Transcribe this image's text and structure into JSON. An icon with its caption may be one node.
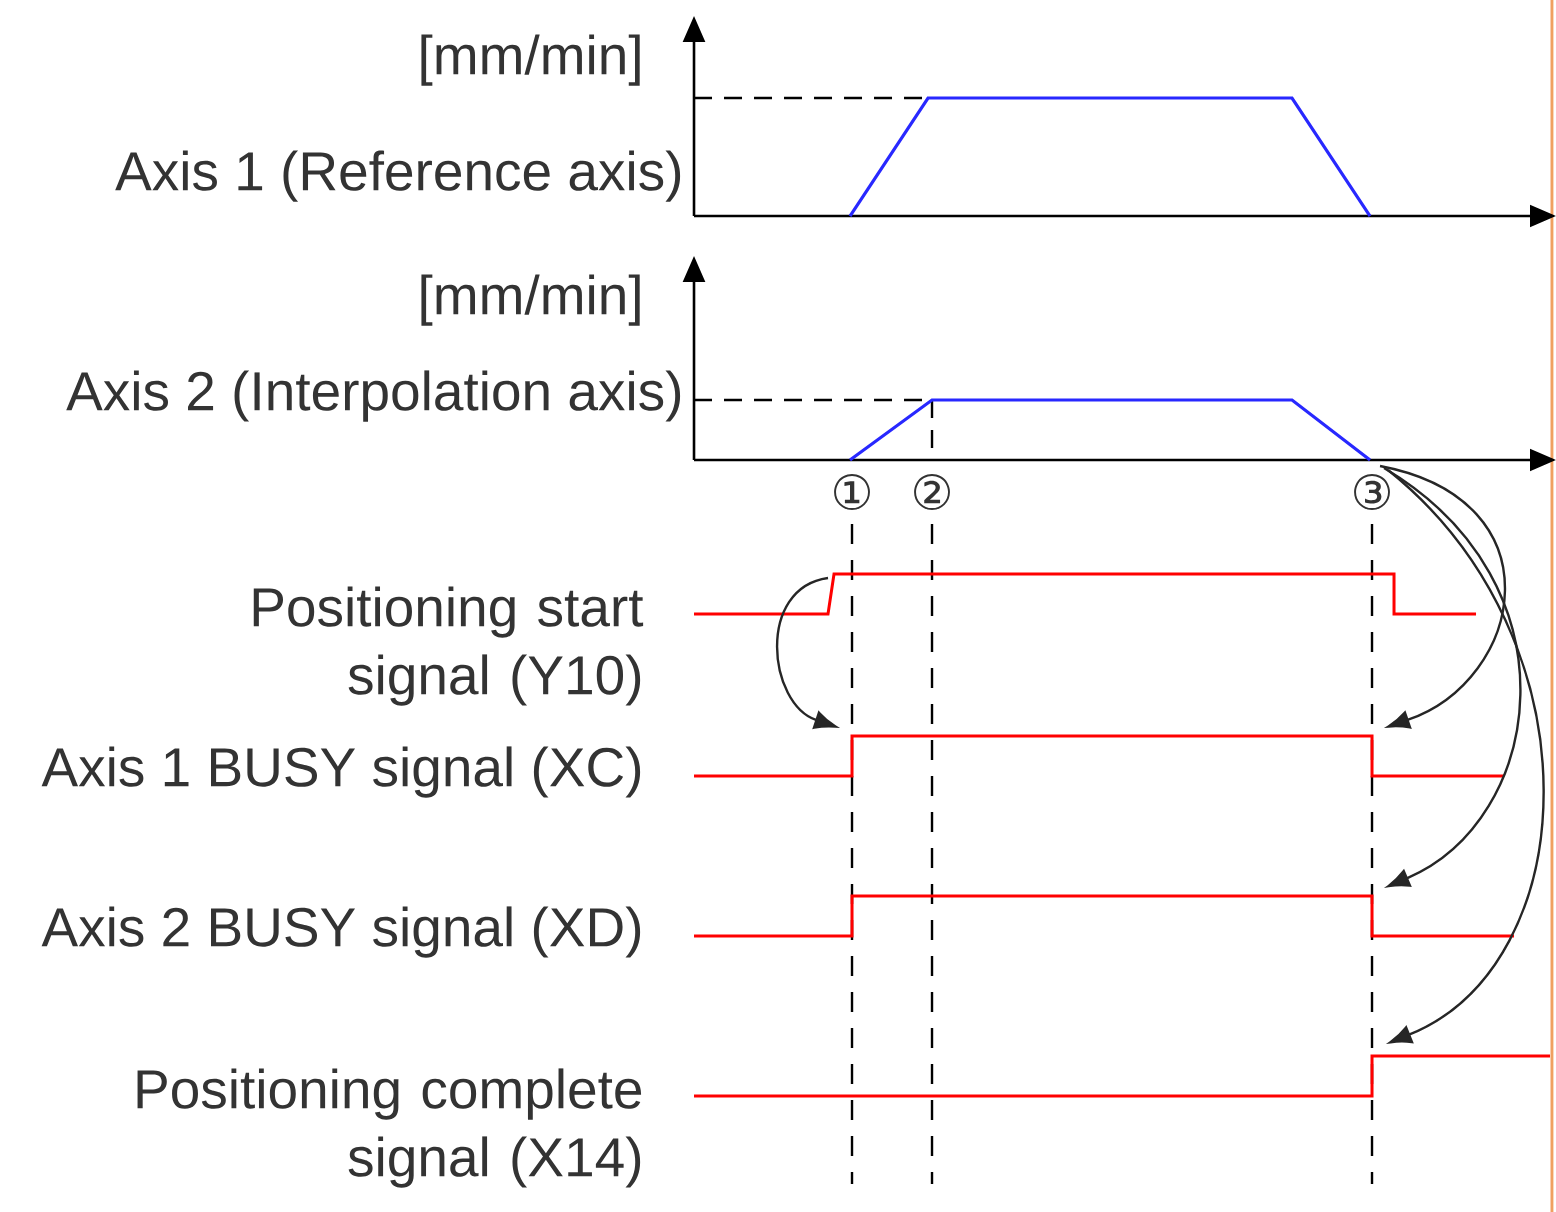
{
  "diagram": {
    "nodes": [
      {
        "text": [],
        "shape": "graph",
        "beside": [
          "[mm/min]",
          "Axis 1 (Reference axis)"
        ]
      },
      {
        "text": [],
        "shape": "graph",
        "beside": [
          "[mm/min]",
          "Axis 2 (Interpolation axis)"
        ]
      },
      {
        "text": [],
        "shape": "waveform",
        "beside": [
          "Positioning start signal (Y10)"
        ]
      },
      {
        "text": [],
        "shape": "waveform",
        "beside": [
          "Axis 1 BUSY signal (XC)"
        ]
      },
      {
        "text": [],
        "shape": "waveform",
        "beside": [
          "Axis 2 BUSY signal (XD)"
        ]
      },
      {
        "text": [],
        "shape": "waveform",
        "beside": [
          "Positioning complete signal (X14)"
        ]
      }
    ],
    "edges": [
      {
        "from": 2,
        "to": 3,
        "arrow": "to"
      },
      {
        "from": 1,
        "to": 3,
        "arrow": "to"
      },
      {
        "from": 1,
        "to": 4,
        "arrow": "to"
      },
      {
        "from": 1,
        "to": 5,
        "arrow": "to"
      }
    ],
    "labels": [
      "①",
      "②",
      "③"
    ]
  }
}
